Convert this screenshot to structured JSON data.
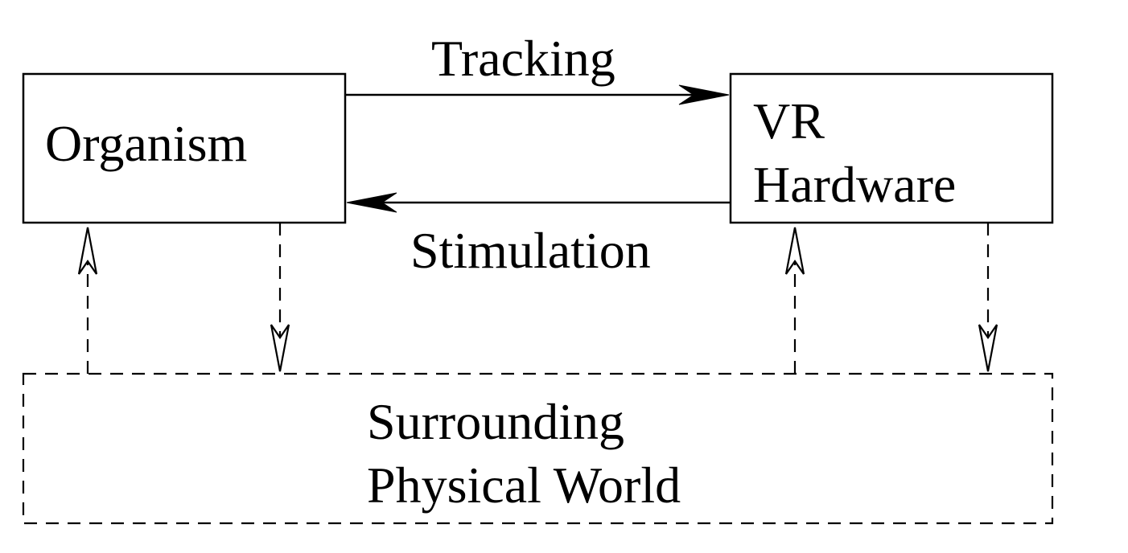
{
  "nodes": {
    "organism": {
      "label": "Organism"
    },
    "vr_hardware": {
      "line1": "VR",
      "line2": "Hardware"
    },
    "physical_world": {
      "line1": "Surrounding",
      "line2": "Physical World"
    }
  },
  "edges": {
    "tracking": {
      "label": "Tracking",
      "from": "Organism",
      "to": "VR Hardware"
    },
    "stimulation": {
      "label": "Stimulation",
      "from": "VR Hardware",
      "to": "Organism"
    }
  }
}
